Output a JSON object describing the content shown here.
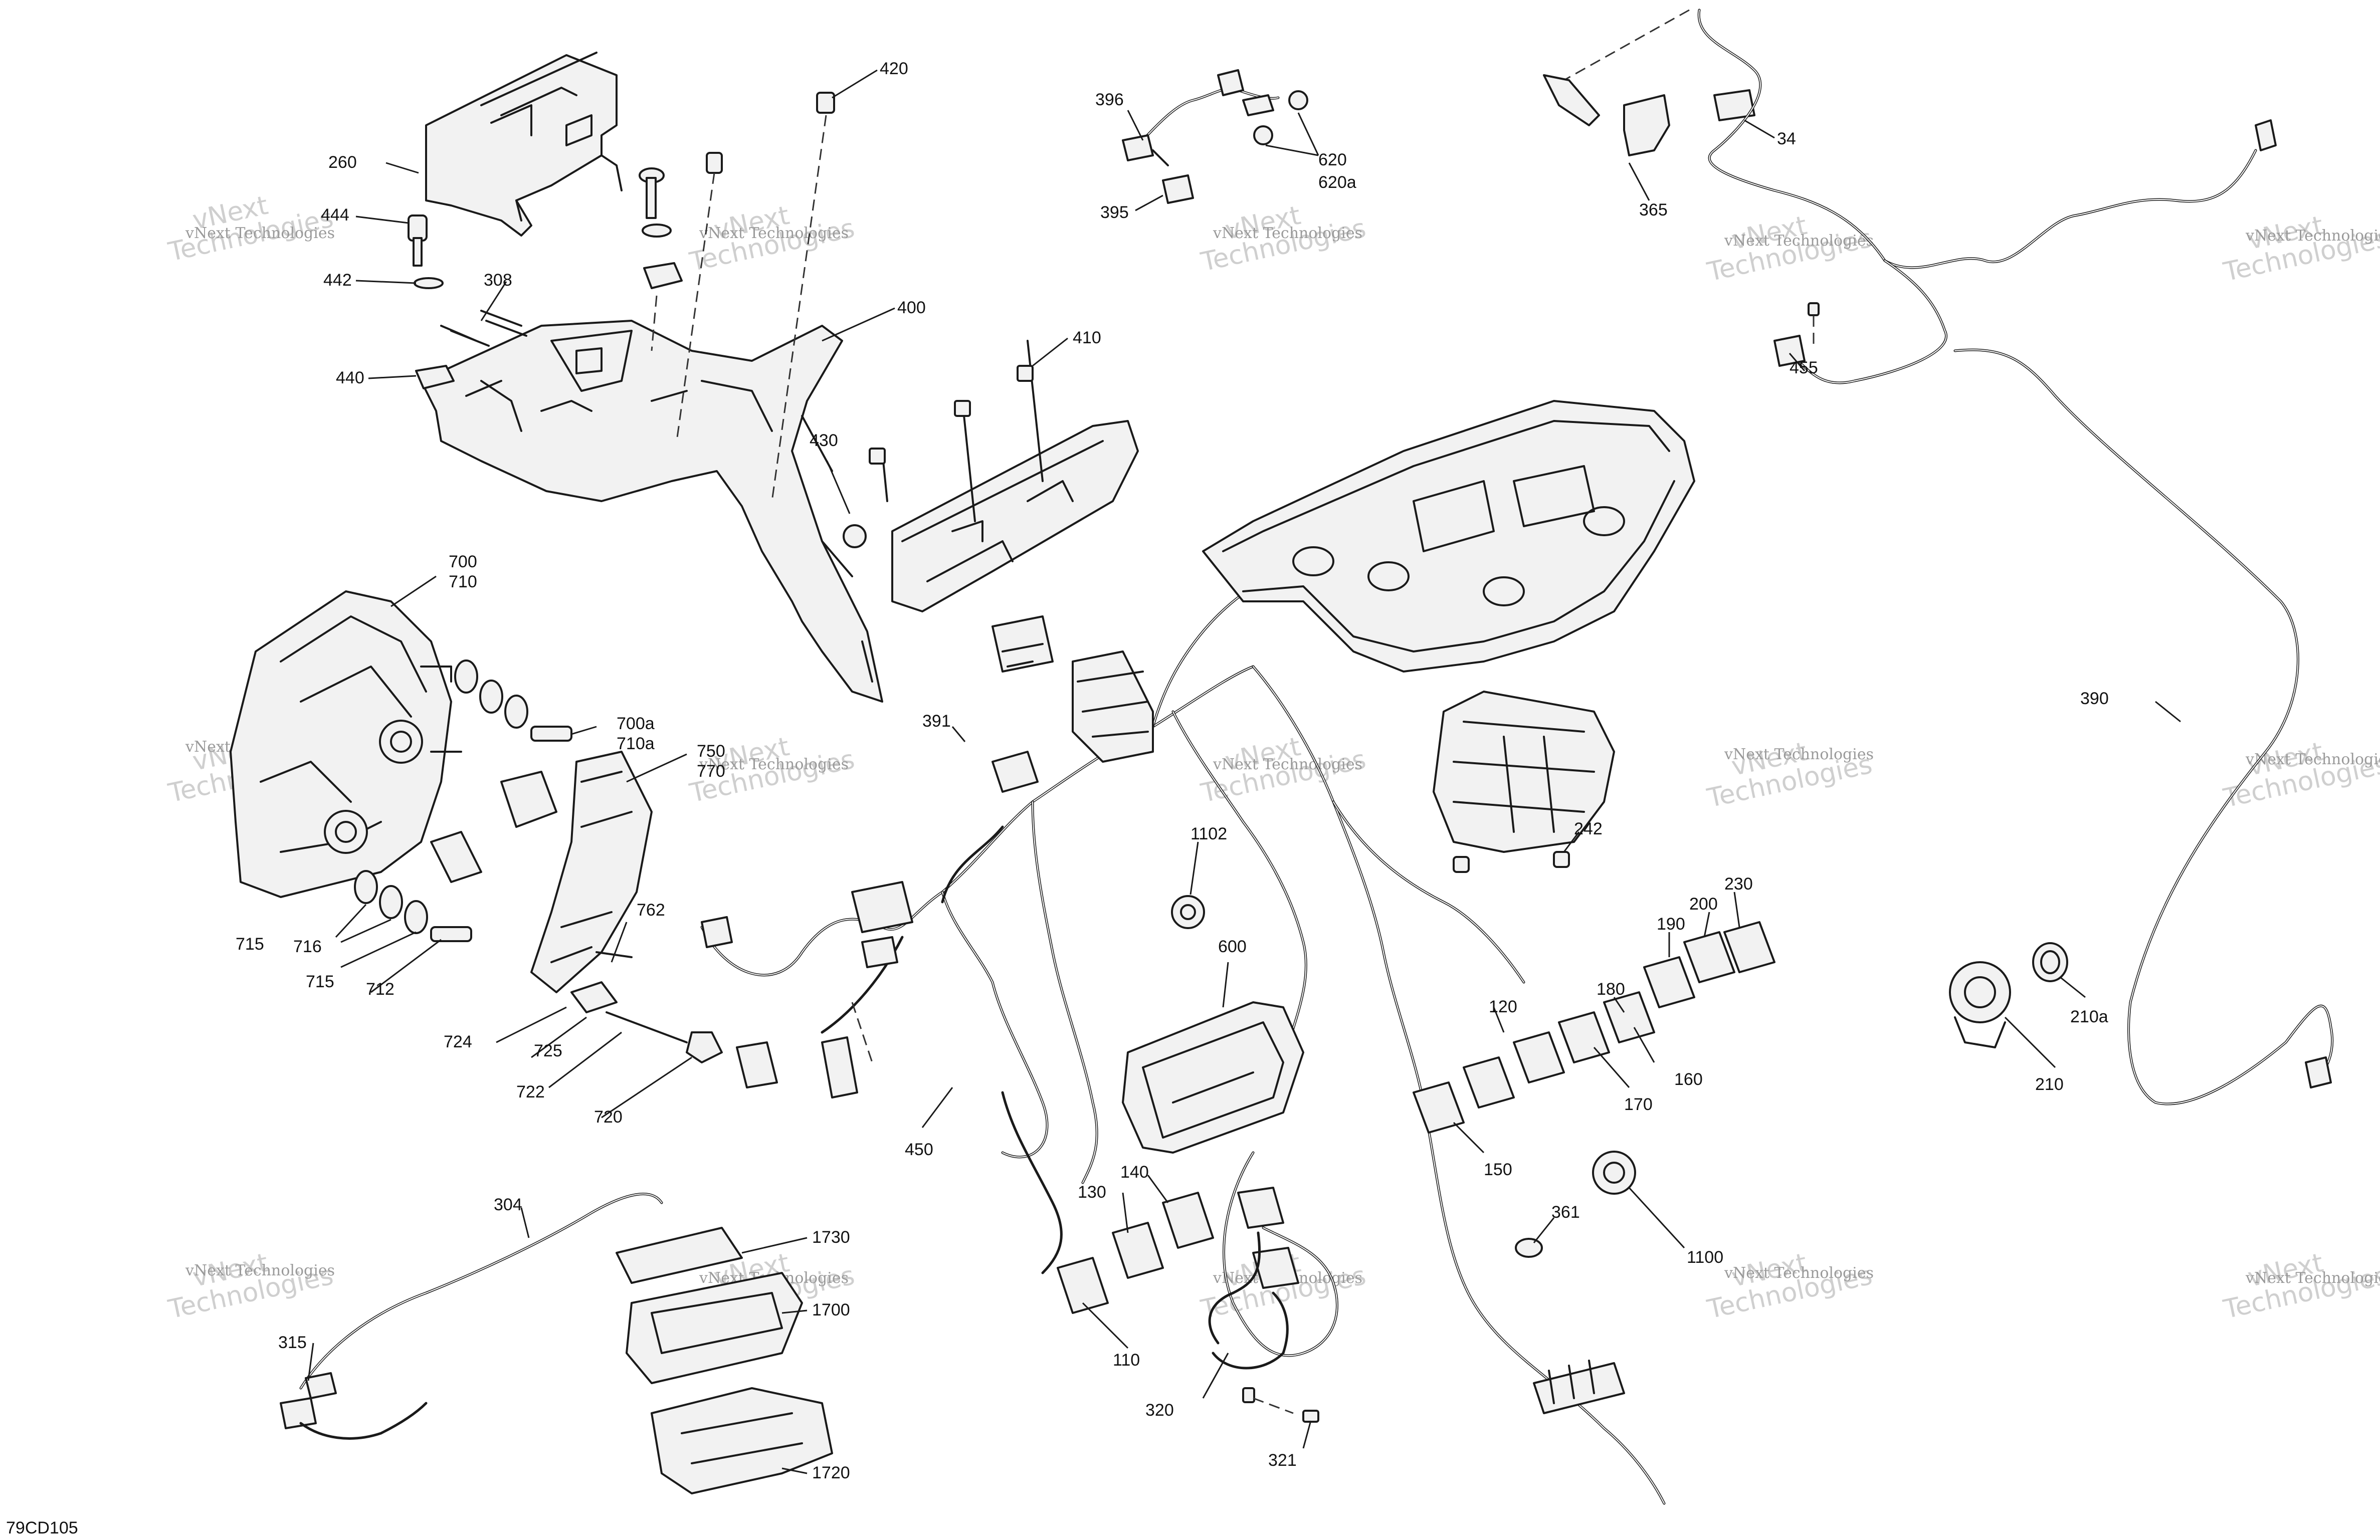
{
  "diagram_code": "79CD105",
  "watermark": {
    "line1": "vNext",
    "line2": "Technologies",
    "small": "vNext Technologies"
  },
  "callouts": {
    "c420": "420",
    "c260": "260",
    "c444": "444",
    "c442": "442",
    "c308": "308",
    "c400": "400",
    "c440": "440",
    "c410": "410",
    "c430": "430",
    "c396": "396",
    "c395": "395",
    "c620": "620",
    "c620a": "620a",
    "c34": "34",
    "c365": "365",
    "c455": "455",
    "c700": "700",
    "c710": "710",
    "c700a": "700a",
    "c710a": "710a",
    "c750": "750",
    "c770": "770",
    "c715a": "715",
    "c716": "716",
    "c715b": "715",
    "c712": "712",
    "c762": "762",
    "c724": "724",
    "c725": "725",
    "c722": "722",
    "c720": "720",
    "c391": "391",
    "c1102": "1102",
    "c600": "600",
    "c450": "450",
    "c242": "242",
    "c390": "390",
    "c230": "230",
    "c200": "200",
    "c190": "190",
    "c180": "180",
    "c120": "120",
    "c170": "170",
    "c160": "160",
    "c150": "150",
    "c210a": "210a",
    "c210": "210",
    "c361": "361",
    "c1100": "1100",
    "c304": "304",
    "c315": "315",
    "c1730": "1730",
    "c1700": "1700",
    "c1720": "1720",
    "c130": "130",
    "c140": "140",
    "c110": "110",
    "c320": "320",
    "c321": "321"
  }
}
